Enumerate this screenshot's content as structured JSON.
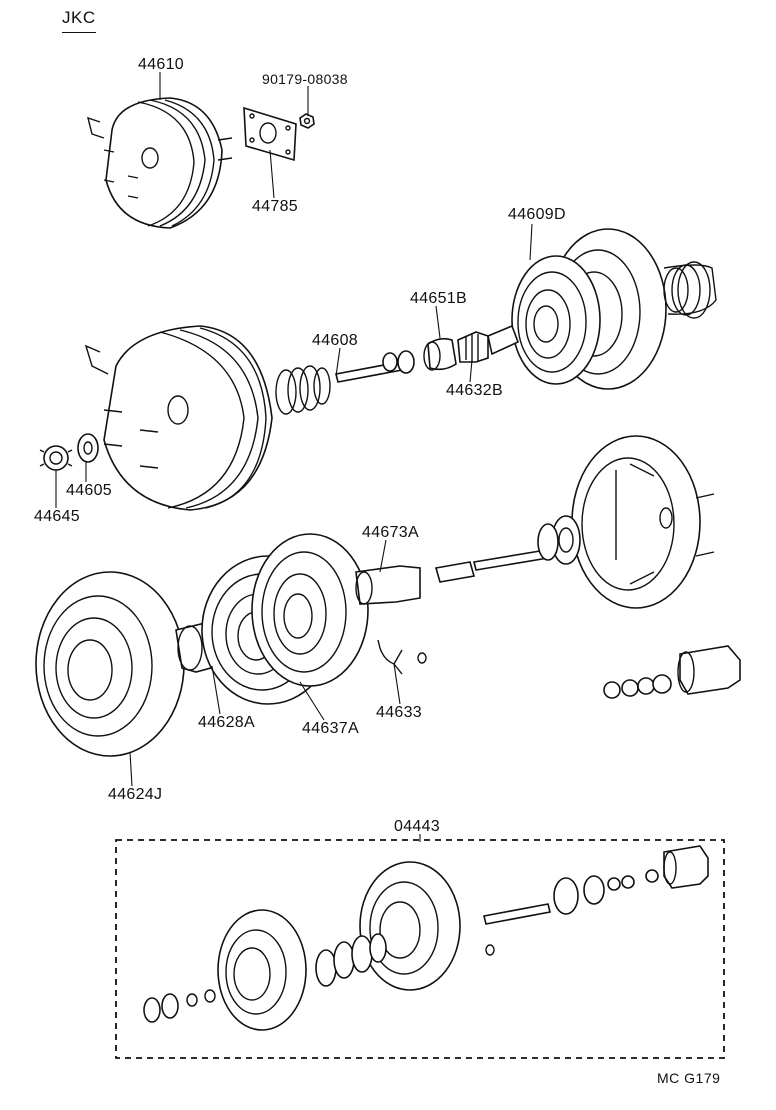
{
  "header": {
    "code": "JKC"
  },
  "footer": {
    "ref": "MC  G179"
  },
  "part_numbers": {
    "p44610": "44610",
    "p90179": "90179-08038",
    "p44785": "44785",
    "p44609D": "44609D",
    "p44651B": "44651B",
    "p44608": "44608",
    "p44632B": "44632B",
    "p44605": "44605",
    "p44645": "44645",
    "p44673A": "44673A",
    "p44628A": "44628A",
    "p44637A": "44637A",
    "p44633": "44633",
    "p44624J": "44624J",
    "p04443": "04443"
  }
}
